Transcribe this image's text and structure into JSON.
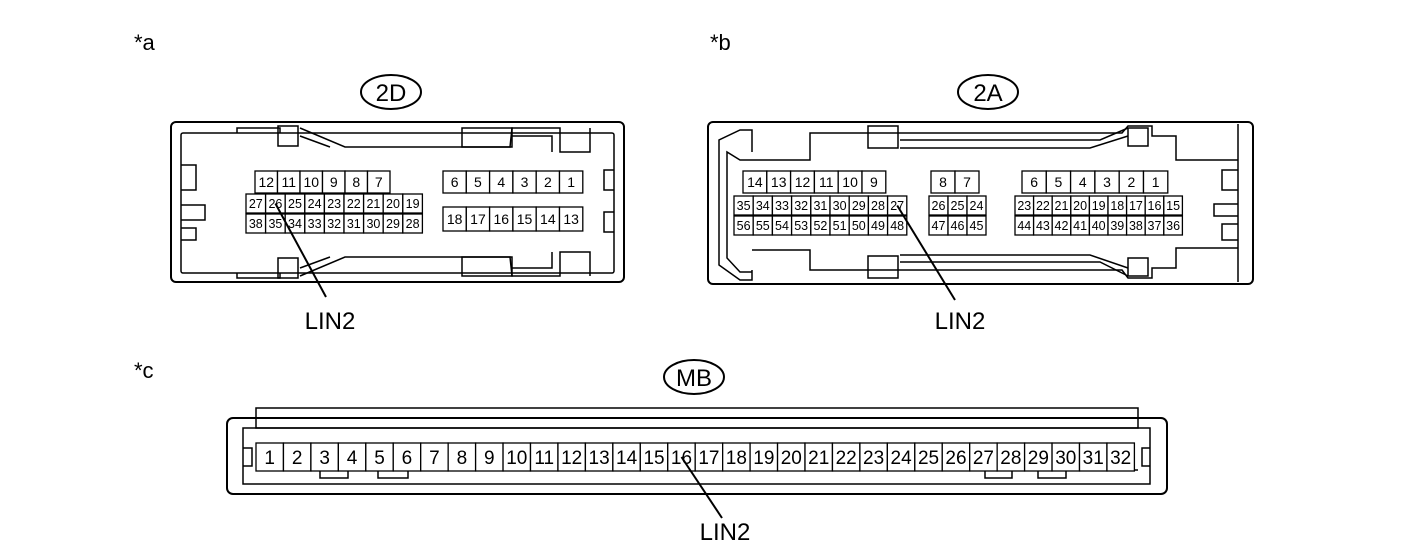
{
  "connectors": [
    {
      "id": "a",
      "marker": "*a",
      "code": "2D",
      "pin_rows": [
        [
          "12",
          "11",
          "10",
          "9",
          "8",
          "7"
        ],
        [
          "27",
          "26",
          "25",
          "24",
          "23",
          "22",
          "21",
          "20",
          "19"
        ],
        [
          "38",
          "35",
          "34",
          "33",
          "32",
          "31",
          "30",
          "29",
          "28"
        ],
        [
          "6",
          "5",
          "4",
          "3",
          "2",
          "1"
        ],
        [
          "18",
          "17",
          "16",
          "15",
          "14",
          "13"
        ]
      ],
      "callout_pin": "26",
      "callout_label": "LIN2"
    },
    {
      "id": "b",
      "marker": "*b",
      "code": "2A",
      "pin_rows": [
        [
          "14",
          "13",
          "12",
          "11",
          "10",
          "9"
        ],
        [
          "35",
          "34",
          "33",
          "32",
          "31",
          "30",
          "29",
          "28",
          "27"
        ],
        [
          "56",
          "55",
          "54",
          "53",
          "52",
          "51",
          "50",
          "49",
          "48"
        ],
        [
          "8",
          "7"
        ],
        [
          "26",
          "25",
          "24"
        ],
        [
          "47",
          "46",
          "45"
        ],
        [
          "6",
          "5",
          "4",
          "3",
          "2",
          "1"
        ],
        [
          "23",
          "22",
          "21",
          "20",
          "19",
          "18",
          "17",
          "16",
          "15"
        ],
        [
          "44",
          "43",
          "42",
          "41",
          "40",
          "39",
          "38",
          "37",
          "36"
        ]
      ],
      "callout_pin": "27",
      "callout_label": "LIN2"
    },
    {
      "id": "c",
      "marker": "*c",
      "code": "MB",
      "pin_rows": [
        [
          "1",
          "2",
          "3",
          "4",
          "5",
          "6",
          "7",
          "8",
          "9",
          "10",
          "11",
          "12",
          "13",
          "14",
          "15",
          "16",
          "17",
          "18",
          "19",
          "20",
          "21",
          "22",
          "23",
          "24",
          "25",
          "26",
          "27",
          "28",
          "29",
          "30",
          "31",
          "32"
        ]
      ],
      "callout_pin": "16",
      "callout_label": "LIN2"
    }
  ]
}
